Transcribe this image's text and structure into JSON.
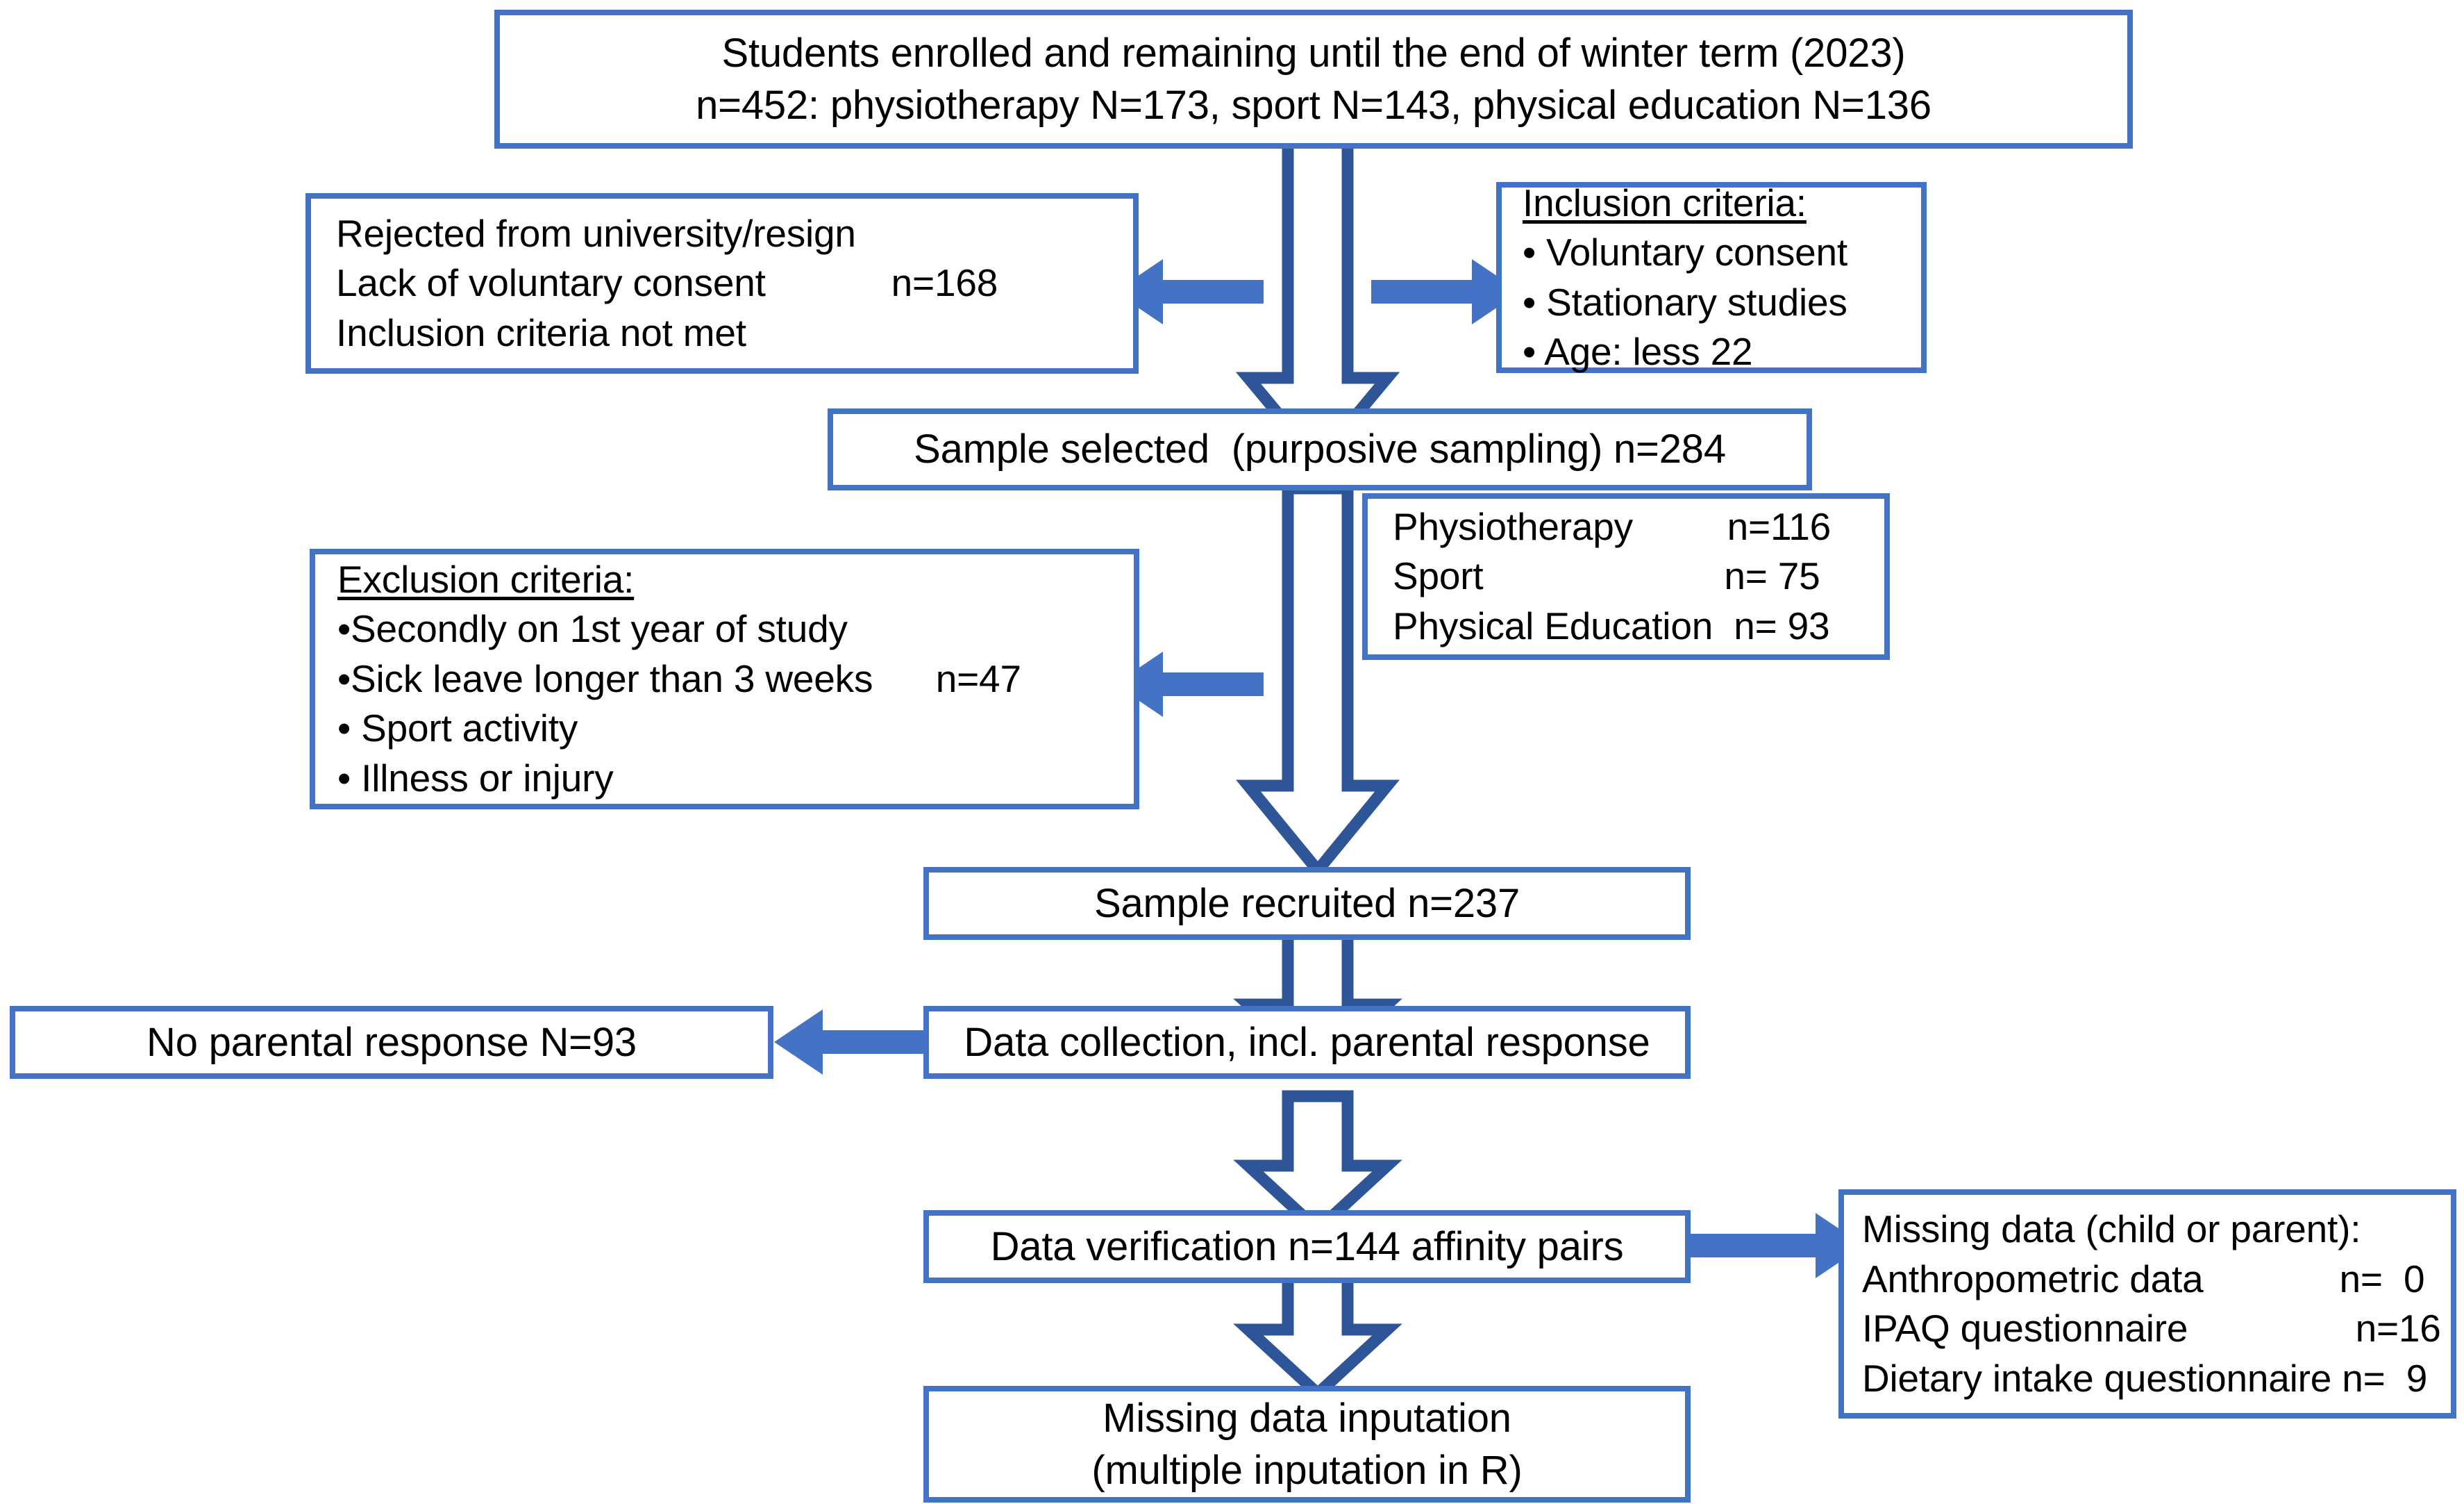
{
  "diagram": {
    "title": "Study participant flow diagram",
    "colors": {
      "box_border": "#4472C4",
      "arrow_fill": "#4472C4",
      "block_arrow_stroke": "#2E5597",
      "block_arrow_fill": "#FFFFFF",
      "text": "#000000",
      "background": "#FFFFFF"
    },
    "nodes": {
      "enrolled": {
        "lines": [
          "Students enrolled and remaining until the end of winter term (2023)",
          "n=452: physiotherapy N=173, sport N=143, physical education N=136"
        ]
      },
      "rejected": {
        "lines": [
          "Rejected from university/resign",
          "Lack of voluntary consent            n=168",
          "Inclusion criteria not met"
        ]
      },
      "inclusion": {
        "heading": "Inclusion criteria:",
        "items": [
          "• Voluntary consent",
          "• Stationary studies",
          "• Age: less 22"
        ]
      },
      "sample_selected": {
        "lines": [
          "Sample selected  (purposive sampling) n=284"
        ]
      },
      "exclusion": {
        "heading": "Exclusion criteria:",
        "items": [
          "•Secondly on 1st year of study",
          "•Sick leave longer than 3 weeks      n=47",
          "• Sport activity",
          "• Illness or injury"
        ]
      },
      "programs": {
        "rows": [
          "Physiotherapy         n=116",
          "Sport                       n= 75",
          "Physical Education  n= 93"
        ]
      },
      "sample_recruited": {
        "lines": [
          "Sample recruited n=237"
        ]
      },
      "no_parental": {
        "lines": [
          "No parental response N=93"
        ]
      },
      "data_collection": {
        "lines": [
          "Data collection, incl. parental response"
        ]
      },
      "data_verification": {
        "lines": [
          "Data verification n=144 affinity pairs"
        ]
      },
      "missing_data": {
        "heading": "Missing data (child or parent):",
        "rows": [
          "Anthropometric data             n=  0",
          "IPAQ questionnaire                n=16",
          "Dietary intake questionnaire n=  9"
        ]
      },
      "imputation": {
        "lines": [
          "Missing data inputation",
          "(multiple inputation in R)"
        ]
      }
    }
  }
}
